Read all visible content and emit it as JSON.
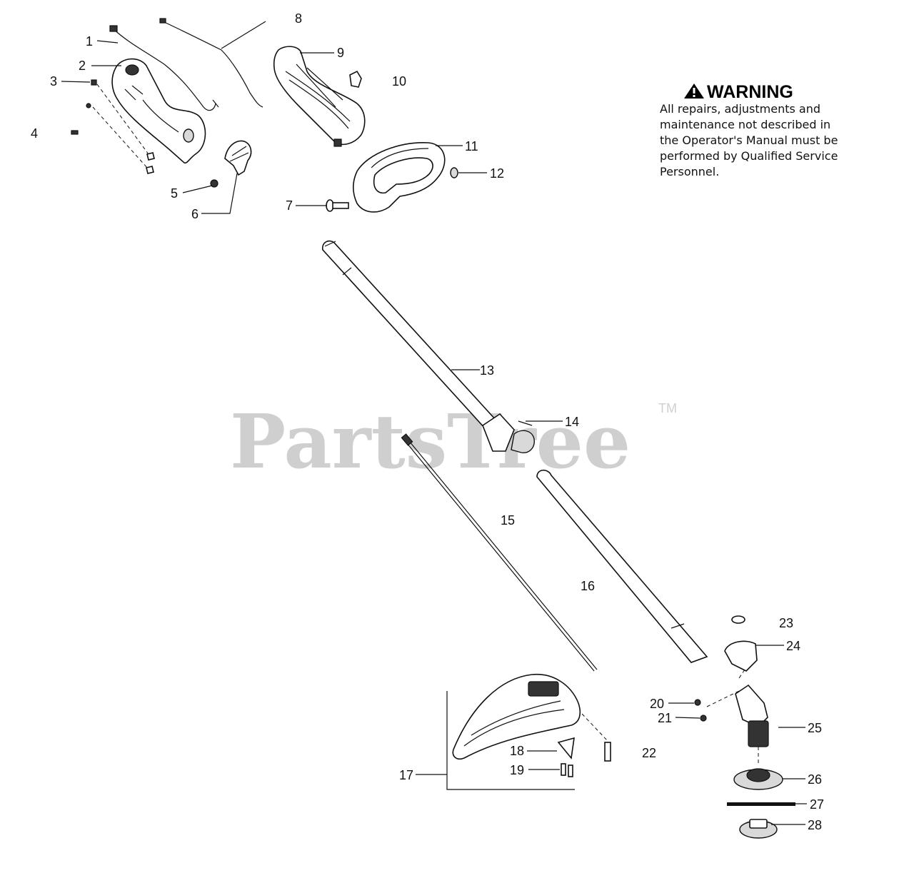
{
  "watermark": {
    "text": "PartsTree",
    "trademark": "TM"
  },
  "warning": {
    "title": "WARNING",
    "lines": [
      "All repairs, adjustments and",
      "maintenance not described in",
      "the Operator's Manual must be",
      "performed by Qualified Service",
      "Personnel."
    ]
  },
  "callouts": {
    "c1": "1",
    "c2": "2",
    "c3": "3",
    "c4": "4",
    "c5": "5",
    "c6": "6",
    "c7": "7",
    "c8": "8",
    "c9": "9",
    "c10": "10",
    "c11": "11",
    "c12": "12",
    "c13": "13",
    "c14": "14",
    "c15": "15",
    "c16": "16",
    "c17": "17",
    "c18": "18",
    "c19": "19",
    "c20": "20",
    "c21": "21",
    "c22": "22",
    "c23": "23",
    "c24": "24",
    "c25": "25",
    "c26": "26",
    "c27": "27",
    "c28": "28"
  }
}
